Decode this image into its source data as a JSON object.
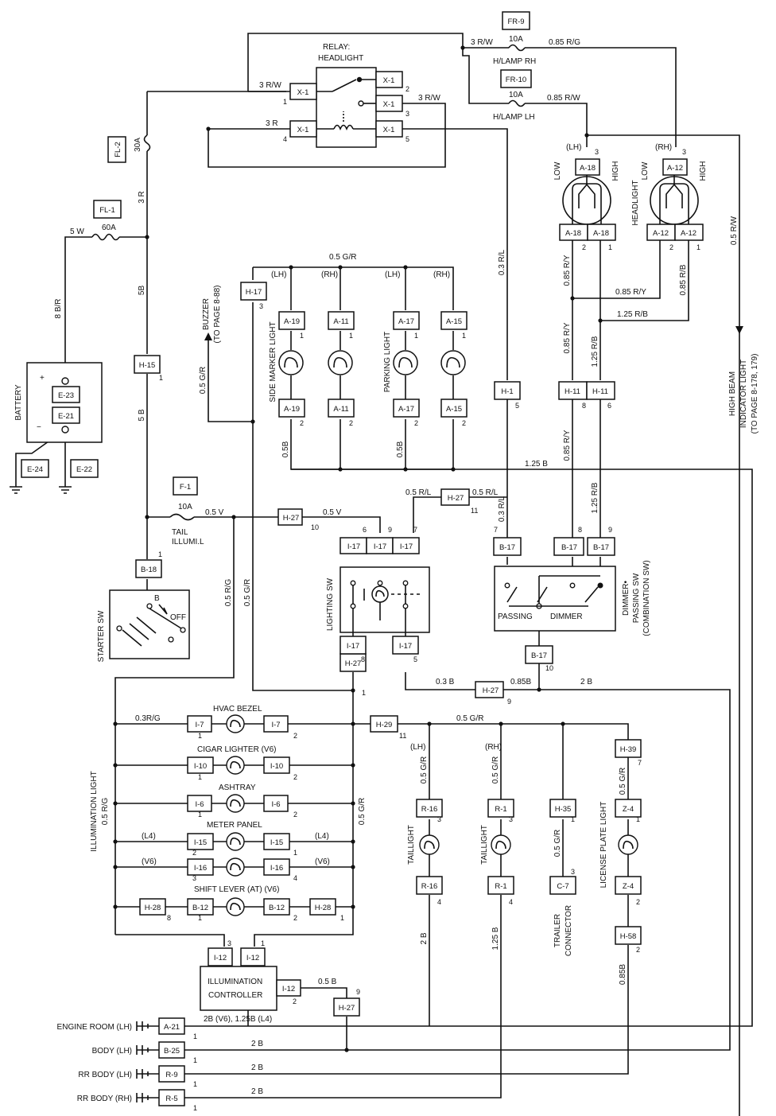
{
  "labels": {
    "relay_title": "RELAY:",
    "relay_sub": "HEADLIGHT",
    "fr9": "FR-9",
    "fr10": "FR-10",
    "fuse_10a": "10A",
    "h_lamp_rh": "H/LAMP RH",
    "h_lamp_lh": "H/LAMP LH",
    "w_3rw": "3 R/W",
    "w_3r": "3 R",
    "w_085rg": "0.85 R/G",
    "w_085rw": "0.85 R/W",
    "fl2": "FL-2",
    "fuse_30a": "30A",
    "fl1": "FL-1",
    "fuse_60a": "60A",
    "w_5w": "5 W",
    "w_8br": "8 B/R",
    "w_5b": "5B",
    "w_5b_sp": "5 B",
    "battery": "BATTERY",
    "plus": "+",
    "minus": "−",
    "w_05gr": "0.5 G/R",
    "w_05rg": "0.5 R/G",
    "w_05v": "0.5 V",
    "w_05b": "0.5B",
    "w_05b_sp": "0.5 B",
    "w_125b": "1.25 B",
    "w_03rl": "0.3 R/L",
    "w_05rl": "0.5 R/L",
    "w_085ry": "0.85 R/Y",
    "w_085rb": "0.85 R/B",
    "w_125rb": "1.25 R/B",
    "w_05rw": "0.5 R/W",
    "w_03b": "0.3 B",
    "w_085b": "0.85B",
    "w_2b": "2 B",
    "w_03rg": "0.3R/G",
    "lh": "(LH)",
    "rh": "(RH)",
    "l4": "(L4)",
    "v6": "(V6)",
    "low": "LOW",
    "high": "HIGH",
    "headlight": "HEADLIGHT",
    "high_beam_1": "HIGH BEAM",
    "high_beam_2": "INDICATOR LIGHT",
    "high_beam_3": "(TO PAGE 8-178, 179)",
    "buzzer_1": "BUZZER",
    "buzzer_2": "(TO PAGE 8-88)",
    "side_marker": "SIDE MARKER LIGHT",
    "parking": "PARKING LIGHT",
    "f1": "F-1",
    "tail_1": "TAIL",
    "tail_2": "ILLUMI.L",
    "starter_sw": "STARTER SW",
    "b_term": "B",
    "off": "OFF",
    "lighting_sw": "LIGHTING SW",
    "passing": "PASSING",
    "dimmer": "DIMMER",
    "dim_1": "DIMMER•",
    "dim_2": "PASSING SW",
    "dim_3": "(COMBINATION SW)",
    "hvac": "HVAC BEZEL",
    "cigar": "CIGAR LIGHTER (V6)",
    "ashtray": "ASHTRAY",
    "meter": "METER PANEL",
    "shift": "SHIFT LEVER (AT) (V6)",
    "illum_1": "ILLUMINATION LIGHT",
    "illum_2": "0.5 R/G",
    "illum_ctrl_1": "ILLUMINATION",
    "illum_ctrl_2": "CONTROLLER",
    "taillight": "TAILLIGHT",
    "trailer_1": "TRAILER",
    "trailer_2": "CONNECTOR",
    "license": "LICENSE PLATE LIGHT",
    "ctrl_ground": "2B (V6), 1.25B (L4)",
    "engine_room": "ENGINE ROOM (LH)",
    "body_lh": "BODY (LH)",
    "rr_body_lh": "RR BODY (LH)",
    "rr_body_rh": "RR BODY (RH)"
  },
  "connectors": {
    "x1": "X-1",
    "a18": "A-18",
    "a12": "A-12",
    "a19": "A-19",
    "a11": "A-11",
    "a17": "A-17",
    "a15": "A-15",
    "h1": "H-1",
    "h11": "H-11",
    "h15": "H-15",
    "h17": "H-17",
    "e23": "E-23",
    "e21": "E-21",
    "e24": "E-24",
    "e22": "E-22",
    "h27": "H-27",
    "i17": "I-17",
    "b17": "B-17",
    "b18": "B-18",
    "i7": "I-7",
    "i10": "I-10",
    "i6": "I-6",
    "i15": "I-15",
    "i16": "I-16",
    "b12": "B-12",
    "h28": "H-28",
    "i12": "I-12",
    "h29": "H-29",
    "r16": "R-16",
    "r1": "R-1",
    "h35": "H-35",
    "c7": "C-7",
    "h39": "H-39",
    "z4": "Z-4",
    "h58": "H-58",
    "a21": "A-21",
    "b25": "B-25",
    "r9": "R-9",
    "r5": "R-5"
  },
  "pins": {
    "p1": "1",
    "p2": "2",
    "p3": "3",
    "p4": "4",
    "p5": "5",
    "p6": "6",
    "p7": "7",
    "p8": "8",
    "p9": "9",
    "p10": "10",
    "p11": "11"
  }
}
